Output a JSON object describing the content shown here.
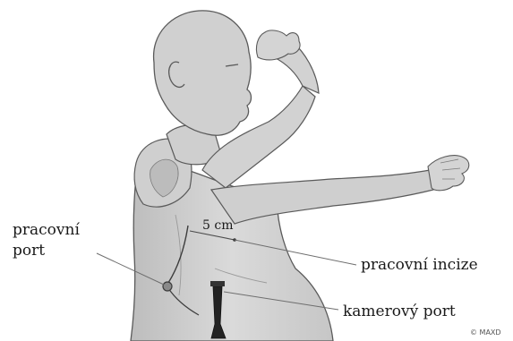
{
  "labels": {
    "work_port_line1": "pracovní",
    "work_port_line2": "port",
    "distance": "5 cm",
    "work_incision": "pracovní incize",
    "camera_port": "kamerový port",
    "copyright": "© MAXD"
  },
  "colors": {
    "skin": "#d4d4d4",
    "skin_dark": "#b5b5b5",
    "outline": "#5a5a5a",
    "leader": "#6e6e6e",
    "instrument": "#222222"
  }
}
